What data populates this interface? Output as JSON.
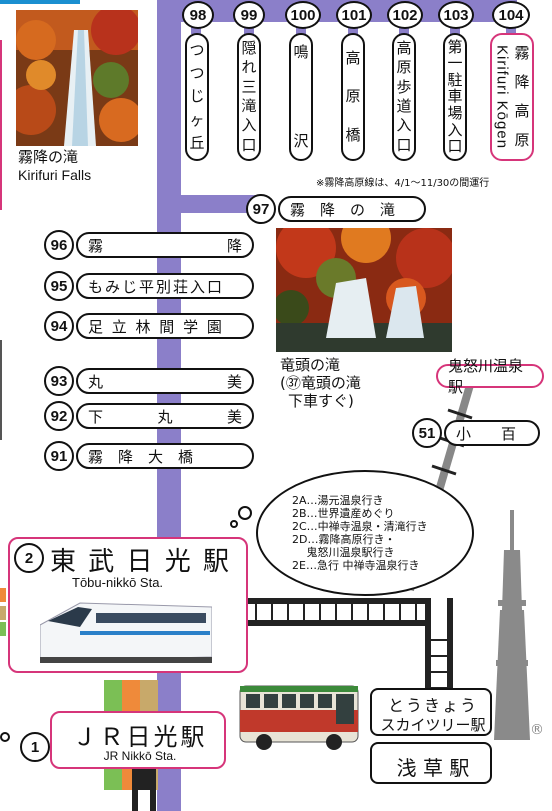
{
  "route_colors": {
    "line": "#8b7fc9",
    "track": "#222222",
    "highlight": "#d6357a",
    "jr_stripe_green": "#7bbf55",
    "jr_stripe_orange": "#ef8a3a",
    "jr_stripe_tan": "#c8a96a"
  },
  "top_stops": [
    {
      "num": "98",
      "chars": [
        "つ",
        "つ",
        "じ",
        "ヶ",
        "丘"
      ]
    },
    {
      "num": "99",
      "chars": [
        "隠",
        "れ",
        "三",
        "滝",
        "入",
        "口"
      ]
    },
    {
      "num": "100",
      "chars": [
        "鳴",
        "沢"
      ]
    },
    {
      "num": "101",
      "chars": [
        "高",
        "原",
        "橋"
      ]
    },
    {
      "num": "102",
      "chars": [
        "高",
        "原",
        "歩",
        "道",
        "入",
        "口"
      ]
    },
    {
      "num": "103",
      "chars": [
        "第",
        "一",
        "駐",
        "車",
        "場",
        "入",
        "口"
      ]
    },
    {
      "num": "104",
      "chars": [
        "霧",
        "降",
        "高",
        "原"
      ],
      "romaji": "Kirifuri Kōgen"
    }
  ],
  "seasonal_note": "※霧降高原線は、4/1～11/30の間運行",
  "falls_kirifuri": {
    "ja": "霧降の滝",
    "en": "Kirifuri Falls"
  },
  "falls_ryuzu": {
    "line1": "竜頭の滝",
    "line2": "(㊲竜頭の滝",
    "line3": "下車すぐ)"
  },
  "side_stops": [
    {
      "num": "97",
      "label": "霧　降　の　滝"
    },
    {
      "num": "96",
      "label": "霧",
      "label_r": "降"
    },
    {
      "num": "95",
      "label": "もみじ平別荘入口"
    },
    {
      "num": "94",
      "label": "足 立 林 間 学 園"
    },
    {
      "num": "93",
      "label": "丸",
      "label_r": "美"
    },
    {
      "num": "92",
      "label": "下",
      "label_m": "丸",
      "label_r": "美"
    },
    {
      "num": "91",
      "label": "霧　降　大　橋"
    }
  ],
  "kinugawa": {
    "station": "鬼怒川温泉駅",
    "num": "51",
    "stop": "小　　百"
  },
  "tobu_station": {
    "num": "2",
    "ja": "東 武 日 光 駅",
    "en": "Tōbu-nikkō Sta."
  },
  "jr_station": {
    "num": "1",
    "ja": "ＪＲ日光駅",
    "en": "JR Nikkō Sta."
  },
  "legend": [
    "2A…湯元温泉行き",
    "2B…世界遺産めぐり",
    "2C…中禅寺温泉・清滝行き",
    "2D…霧降高原行き・",
    "　 鬼怒川温泉駅行き",
    "2E…急行 中禅寺温泉行き"
  ],
  "skytree": {
    "line1": "とうきょう",
    "line2": "スカイツリー駅",
    "mark": "®"
  },
  "asakusa": "浅 草 駅"
}
